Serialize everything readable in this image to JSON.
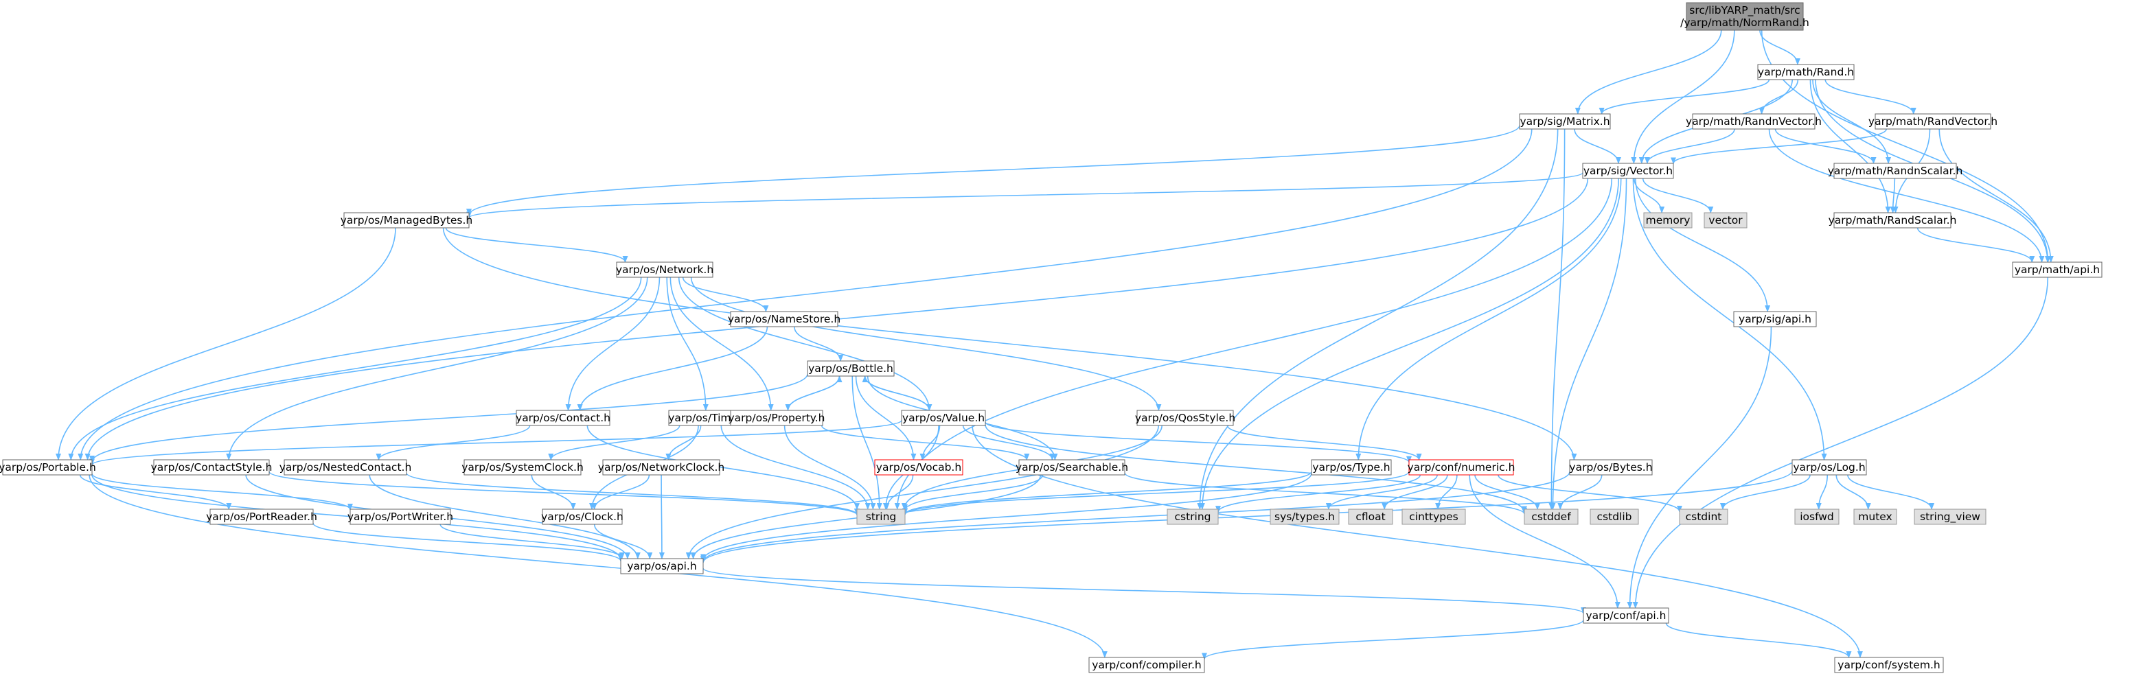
{
  "colors": {
    "edge": "#63b8ff",
    "node_fill": "#ffffff",
    "node_border": "#666666",
    "root_fill": "#999999",
    "root_border": "#666666",
    "system_fill": "#e0e0e0",
    "system_border": "#999999",
    "truncated_border": "#ff0000"
  },
  "nodes": [
    {
      "id": "root",
      "kind": "root",
      "lines": [
        "src/libYARP_math/src",
        "/yarp/math/NormRand.h"
      ]
    },
    {
      "id": "math_rand",
      "kind": "normal",
      "lines": [
        "yarp/math/Rand.h"
      ]
    },
    {
      "id": "sig_matrix",
      "kind": "normal",
      "lines": [
        "yarp/sig/Matrix.h"
      ]
    },
    {
      "id": "math_randnvector",
      "kind": "normal",
      "lines": [
        "yarp/math/RandnVector.h"
      ]
    },
    {
      "id": "math_randvector",
      "kind": "normal",
      "lines": [
        "yarp/math/RandVector.h"
      ]
    },
    {
      "id": "sig_vector",
      "kind": "normal",
      "lines": [
        "yarp/sig/Vector.h"
      ]
    },
    {
      "id": "math_randnscalar",
      "kind": "normal",
      "lines": [
        "yarp/math/RandnScalar.h"
      ]
    },
    {
      "id": "os_managedbytes",
      "kind": "normal",
      "lines": [
        "yarp/os/ManagedBytes.h"
      ]
    },
    {
      "id": "memory",
      "kind": "system",
      "lines": [
        "memory"
      ]
    },
    {
      "id": "vector",
      "kind": "system",
      "lines": [
        "vector"
      ]
    },
    {
      "id": "math_randscalar",
      "kind": "normal",
      "lines": [
        "yarp/math/RandScalar.h"
      ]
    },
    {
      "id": "os_network",
      "kind": "normal",
      "lines": [
        "yarp/os/Network.h"
      ]
    },
    {
      "id": "math_api",
      "kind": "normal",
      "lines": [
        "yarp/math/api.h"
      ]
    },
    {
      "id": "os_namestore",
      "kind": "normal",
      "lines": [
        "yarp/os/NameStore.h"
      ]
    },
    {
      "id": "sig_api",
      "kind": "normal",
      "lines": [
        "yarp/sig/api.h"
      ]
    },
    {
      "id": "os_bottle",
      "kind": "normal",
      "lines": [
        "yarp/os/Bottle.h"
      ]
    },
    {
      "id": "os_contact",
      "kind": "normal",
      "lines": [
        "yarp/os/Contact.h"
      ]
    },
    {
      "id": "os_time",
      "kind": "normal",
      "lines": [
        "yarp/os/Time.h"
      ]
    },
    {
      "id": "os_property",
      "kind": "normal",
      "lines": [
        "yarp/os/Property.h"
      ]
    },
    {
      "id": "os_value",
      "kind": "normal",
      "lines": [
        "yarp/os/Value.h"
      ]
    },
    {
      "id": "os_qosstyle",
      "kind": "normal",
      "lines": [
        "yarp/os/QosStyle.h"
      ]
    },
    {
      "id": "os_portable",
      "kind": "normal",
      "lines": [
        "yarp/os/Portable.h"
      ]
    },
    {
      "id": "os_contactstyle",
      "kind": "normal",
      "lines": [
        "yarp/os/ContactStyle.h"
      ]
    },
    {
      "id": "os_nestedcontact",
      "kind": "normal",
      "lines": [
        "yarp/os/NestedContact.h"
      ]
    },
    {
      "id": "os_systemclock",
      "kind": "normal",
      "lines": [
        "yarp/os/SystemClock.h"
      ]
    },
    {
      "id": "os_networkclock",
      "kind": "normal",
      "lines": [
        "yarp/os/NetworkClock.h"
      ]
    },
    {
      "id": "os_vocab",
      "kind": "truncated",
      "lines": [
        "yarp/os/Vocab.h"
      ]
    },
    {
      "id": "os_searchable",
      "kind": "normal",
      "lines": [
        "yarp/os/Searchable.h"
      ]
    },
    {
      "id": "os_type",
      "kind": "normal",
      "lines": [
        "yarp/os/Type.h"
      ]
    },
    {
      "id": "conf_numeric",
      "kind": "truncated",
      "lines": [
        "yarp/conf/numeric.h"
      ]
    },
    {
      "id": "os_bytes",
      "kind": "normal",
      "lines": [
        "yarp/os/Bytes.h"
      ]
    },
    {
      "id": "os_log",
      "kind": "normal",
      "lines": [
        "yarp/os/Log.h"
      ]
    },
    {
      "id": "os_portreader",
      "kind": "normal",
      "lines": [
        "yarp/os/PortReader.h"
      ]
    },
    {
      "id": "os_portwriter",
      "kind": "normal",
      "lines": [
        "yarp/os/PortWriter.h"
      ]
    },
    {
      "id": "os_clock",
      "kind": "normal",
      "lines": [
        "yarp/os/Clock.h"
      ]
    },
    {
      "id": "string",
      "kind": "system",
      "lines": [
        "string"
      ]
    },
    {
      "id": "cstring",
      "kind": "system",
      "lines": [
        "cstring"
      ]
    },
    {
      "id": "sys_types",
      "kind": "system",
      "lines": [
        "sys/types.h"
      ]
    },
    {
      "id": "cfloat",
      "kind": "system",
      "lines": [
        "cfloat"
      ]
    },
    {
      "id": "cinttypes",
      "kind": "system",
      "lines": [
        "cinttypes"
      ]
    },
    {
      "id": "cstddef",
      "kind": "system",
      "lines": [
        "cstddef"
      ]
    },
    {
      "id": "cstdlib",
      "kind": "system",
      "lines": [
        "cstdlib"
      ]
    },
    {
      "id": "cstdint",
      "kind": "system",
      "lines": [
        "cstdint"
      ]
    },
    {
      "id": "iosfwd",
      "kind": "system",
      "lines": [
        "iosfwd"
      ]
    },
    {
      "id": "mutex",
      "kind": "system",
      "lines": [
        "mutex"
      ]
    },
    {
      "id": "string_view",
      "kind": "system",
      "lines": [
        "string_view"
      ]
    },
    {
      "id": "os_api",
      "kind": "normal",
      "lines": [
        "yarp/os/api.h"
      ]
    },
    {
      "id": "conf_api",
      "kind": "normal",
      "lines": [
        "yarp/conf/api.h"
      ]
    },
    {
      "id": "conf_compiler",
      "kind": "normal",
      "lines": [
        "yarp/conf/compiler.h"
      ]
    },
    {
      "id": "conf_system",
      "kind": "normal",
      "lines": [
        "yarp/conf/system.h"
      ]
    }
  ],
  "edges": [
    [
      "root",
      "math_rand"
    ],
    [
      "root",
      "sig_matrix"
    ],
    [
      "root",
      "sig_vector"
    ],
    [
      "root",
      "math_api"
    ],
    [
      "math_rand",
      "sig_matrix"
    ],
    [
      "math_rand",
      "math_randnvector"
    ],
    [
      "math_rand",
      "math_randvector"
    ],
    [
      "math_rand",
      "sig_vector"
    ],
    [
      "math_rand",
      "math_randnscalar"
    ],
    [
      "math_rand",
      "math_randscalar"
    ],
    [
      "math_rand",
      "math_api"
    ],
    [
      "math_randnvector",
      "sig_vector"
    ],
    [
      "math_randnvector",
      "math_randnscalar"
    ],
    [
      "math_randnvector",
      "math_api"
    ],
    [
      "math_randvector",
      "sig_vector"
    ],
    [
      "math_randvector",
      "math_randscalar"
    ],
    [
      "math_randvector",
      "math_api"
    ],
    [
      "math_randnscalar",
      "math_randscalar"
    ],
    [
      "math_randscalar",
      "math_api"
    ],
    [
      "sig_matrix",
      "sig_vector"
    ],
    [
      "sig_matrix",
      "os_managedbytes"
    ],
    [
      "sig_matrix",
      "os_portable"
    ],
    [
      "sig_matrix",
      "cstring"
    ],
    [
      "sig_matrix",
      "cstddef"
    ],
    [
      "sig_vector",
      "os_managedbytes"
    ],
    [
      "sig_vector",
      "memory"
    ],
    [
      "sig_vector",
      "vector"
    ],
    [
      "sig_vector",
      "sig_api"
    ],
    [
      "sig_vector",
      "os_log"
    ],
    [
      "sig_vector",
      "os_type"
    ],
    [
      "sig_vector",
      "os_portable"
    ],
    [
      "sig_vector",
      "string"
    ],
    [
      "sig_vector",
      "cstring"
    ],
    [
      "sig_vector",
      "cstddef"
    ],
    [
      "os_managedbytes",
      "os_network"
    ],
    [
      "os_managedbytes",
      "os_bytes"
    ],
    [
      "os_managedbytes",
      "os_portable"
    ],
    [
      "os_network",
      "os_namestore"
    ],
    [
      "os_network",
      "os_contact"
    ],
    [
      "os_network",
      "os_time"
    ],
    [
      "os_network",
      "os_property"
    ],
    [
      "os_network",
      "os_value"
    ],
    [
      "os_network",
      "os_qosstyle"
    ],
    [
      "os_network",
      "os_portable"
    ],
    [
      "os_network",
      "os_contactstyle"
    ],
    [
      "os_namestore",
      "os_bottle"
    ],
    [
      "os_namestore",
      "os_contact"
    ],
    [
      "os_bottle",
      "os_property"
    ],
    [
      "os_bottle",
      "os_value"
    ],
    [
      "os_bottle",
      "os_vocab"
    ],
    [
      "os_bottle",
      "os_searchable"
    ],
    [
      "os_bottle",
      "os_portable"
    ],
    [
      "os_bottle",
      "string"
    ],
    [
      "os_property",
      "os_bottle"
    ],
    [
      "os_property",
      "os_searchable"
    ],
    [
      "os_property",
      "string"
    ],
    [
      "os_value",
      "os_bottle"
    ],
    [
      "os_value",
      "os_vocab"
    ],
    [
      "os_value",
      "os_searchable"
    ],
    [
      "os_value",
      "os_portable"
    ],
    [
      "os_value",
      "string"
    ],
    [
      "os_value",
      "conf_numeric"
    ],
    [
      "os_value",
      "cstddef"
    ],
    [
      "os_value",
      "conf_system"
    ],
    [
      "os_contact",
      "os_nestedcontact"
    ],
    [
      "os_contact",
      "string"
    ],
    [
      "os_time",
      "os_systemclock"
    ],
    [
      "os_time",
      "os_networkclock"
    ],
    [
      "os_time",
      "string"
    ],
    [
      "os_time",
      "os_clock"
    ],
    [
      "os_qosstyle",
      "os_api"
    ],
    [
      "os_qosstyle",
      "string"
    ],
    [
      "os_qosstyle",
      "conf_numeric"
    ],
    [
      "os_portable",
      "os_portreader"
    ],
    [
      "os_portable",
      "os_portwriter"
    ],
    [
      "os_portable",
      "os_api"
    ],
    [
      "os_portable",
      "conf_compiler"
    ],
    [
      "os_contactstyle",
      "os_api"
    ],
    [
      "os_contactstyle",
      "string"
    ],
    [
      "os_nestedcontact",
      "os_api"
    ],
    [
      "os_nestedcontact",
      "string"
    ],
    [
      "os_systemclock",
      "os_clock"
    ],
    [
      "os_networkclock",
      "os_clock"
    ],
    [
      "os_networkclock",
      "os_api"
    ],
    [
      "os_vocab",
      "string"
    ],
    [
      "os_searchable",
      "os_api"
    ],
    [
      "os_searchable",
      "string"
    ],
    [
      "os_searchable",
      "cstddef"
    ],
    [
      "os_type",
      "os_api"
    ],
    [
      "os_type",
      "string"
    ],
    [
      "conf_numeric",
      "string"
    ],
    [
      "conf_numeric",
      "cstring"
    ],
    [
      "conf_numeric",
      "sys_types"
    ],
    [
      "conf_numeric",
      "cfloat"
    ],
    [
      "conf_numeric",
      "cinttypes"
    ],
    [
      "conf_numeric",
      "cstddef"
    ],
    [
      "conf_numeric",
      "cstdint"
    ],
    [
      "conf_numeric",
      "conf_api"
    ],
    [
      "os_bytes",
      "os_api"
    ],
    [
      "os_bytes",
      "cstddef"
    ],
    [
      "os_log",
      "os_api"
    ],
    [
      "os_log",
      "cstdint"
    ],
    [
      "os_log",
      "iosfwd"
    ],
    [
      "os_log",
      "mutex"
    ],
    [
      "os_log",
      "string_view"
    ],
    [
      "os_portreader",
      "os_api"
    ],
    [
      "os_portwriter",
      "os_api"
    ],
    [
      "os_clock",
      "os_api"
    ],
    [
      "os_api",
      "conf_api"
    ],
    [
      "sig_api",
      "conf_api"
    ],
    [
      "math_api",
      "conf_api"
    ],
    [
      "conf_api",
      "conf_compiler"
    ],
    [
      "conf_api",
      "conf_system"
    ]
  ]
}
